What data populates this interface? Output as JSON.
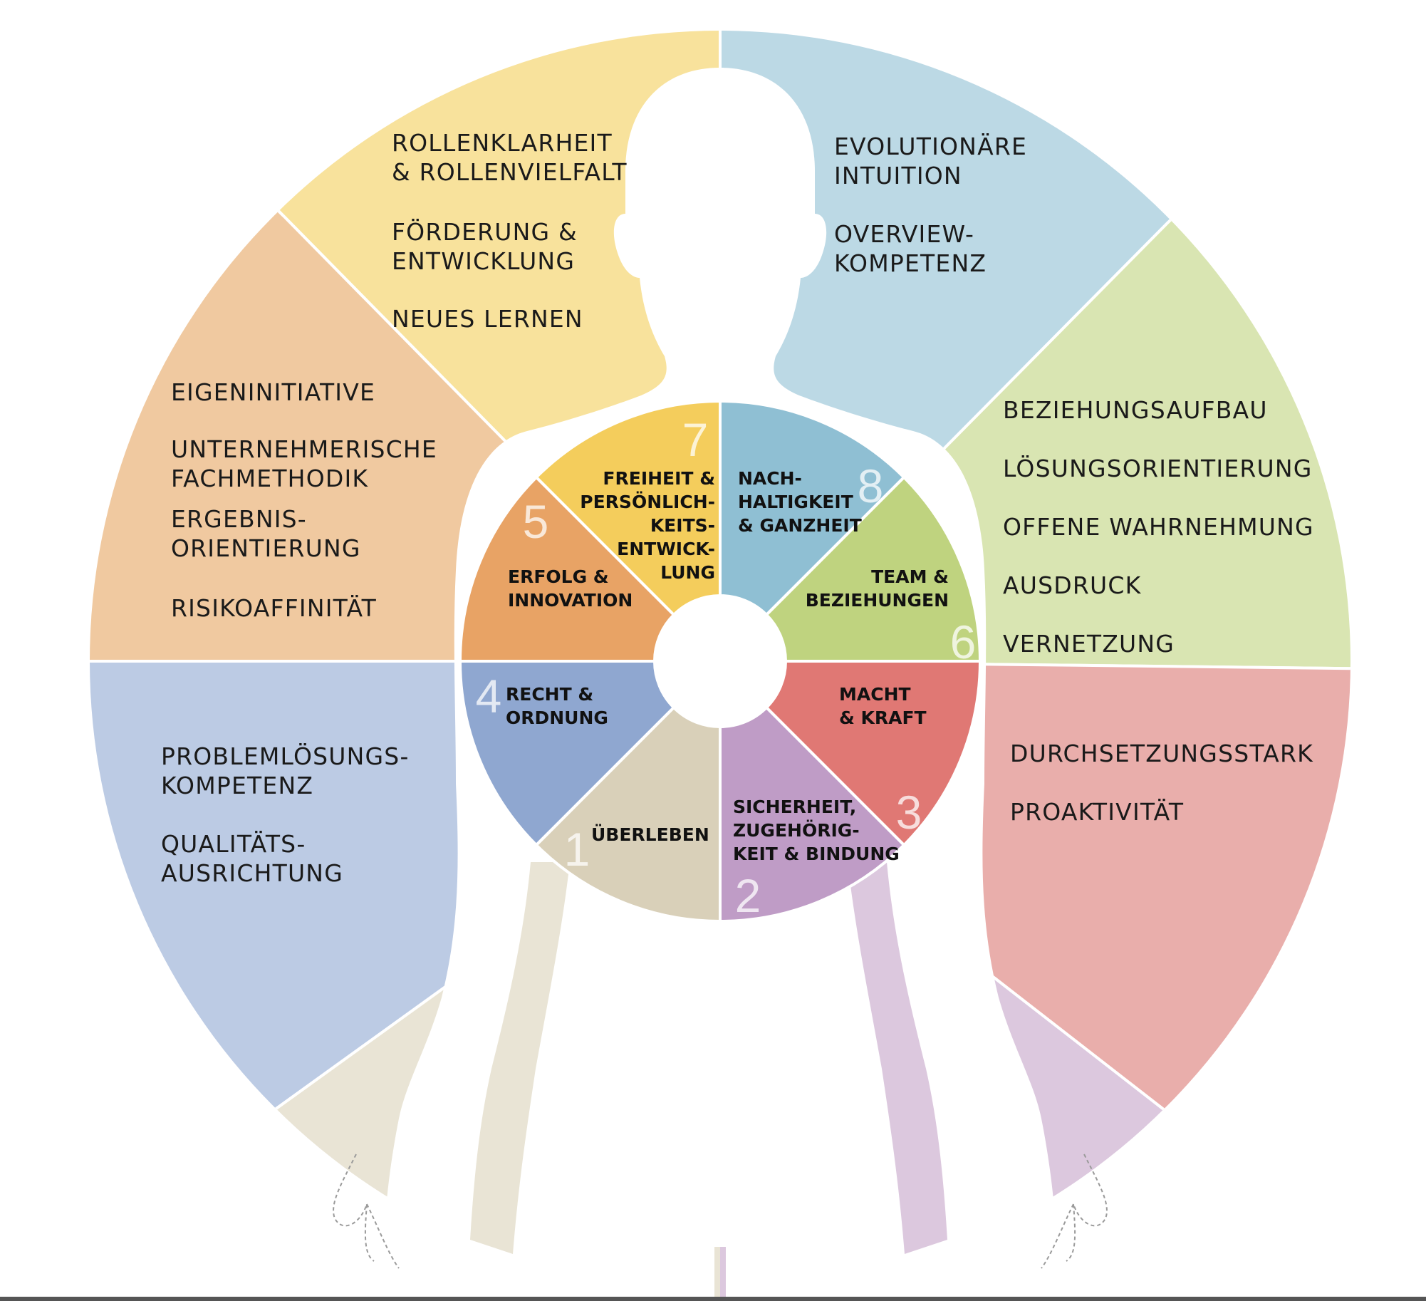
{
  "colors": {
    "background": "#ffffff",
    "body_silhouette": "#ffffff",
    "divider": "#ffffff"
  },
  "outer_sectors": [
    {
      "id": "top-left",
      "color": "#f8e29c",
      "items": [
        [
          "ROLLENKLARHEIT",
          "& ROLLENVIELFALT"
        ],
        [
          "FÖRDERUNG &",
          "ENTWICKLUNG"
        ],
        [
          "NEUES LERNEN"
        ]
      ]
    },
    {
      "id": "top-right",
      "color": "#bcd9e5",
      "items": [
        [
          "EVOLUTIONÄRE",
          "INTUITION"
        ],
        [
          "OVERVIEW-",
          "KOMPETENZ"
        ]
      ]
    },
    {
      "id": "upper-left",
      "color": "#f0c9a0",
      "items": [
        [
          "EIGENINITIATIVE"
        ],
        [
          "UNTERNEHMERISCHE",
          "FACHMETHODIK"
        ],
        [
          "ERGEBNIS-",
          "ORIENTIERUNG"
        ],
        [
          "RISIKOAFFINITÄT"
        ]
      ]
    },
    {
      "id": "upper-right",
      "color": "#d9e5b2",
      "items": [
        [
          "BEZIEHUNGSAUFBAU"
        ],
        [
          "LÖSUNGSORIENTIERUNG"
        ],
        [
          "OFFENE WAHRNEHMUNG"
        ],
        [
          "AUSDRUCK"
        ],
        [
          "VERNETZUNG"
        ]
      ]
    },
    {
      "id": "lower-left",
      "color": "#bccbe4",
      "items": [
        [
          "PROBLEMLÖSUNGS-",
          "KOMPETENZ"
        ],
        [
          "QUALITÄTS-",
          "AUSRICHTUNG"
        ]
      ]
    },
    {
      "id": "lower-right",
      "color": "#e9aeab",
      "items": [
        [
          "DURCHSETZUNGSSTARK"
        ],
        [
          "PROAKTIVITÄT"
        ]
      ]
    },
    {
      "id": "bottom-left",
      "color": "#e9e4d5",
      "items": []
    },
    {
      "id": "bottom-right",
      "color": "#dcc8de",
      "items": []
    }
  ],
  "inner_segments": [
    {
      "number": "7",
      "color": "#f4cd5c",
      "label": [
        "FREIHEIT &",
        "PERSÖNLICH-",
        "KEITS-",
        "ENTWICK-",
        "LUNG"
      ]
    },
    {
      "number": "8",
      "color": "#8fbfd3",
      "label": [
        "NACH-",
        "HALTIGKEIT",
        "& GANZHEIT"
      ]
    },
    {
      "number": "5",
      "color": "#e8a365",
      "label": [
        "ERFOLG &",
        "INNOVATION"
      ]
    },
    {
      "number": "6",
      "color": "#bfd37f",
      "label": [
        "TEAM &",
        "BEZIEHUNGEN"
      ]
    },
    {
      "number": "4",
      "color": "#8fa7d0",
      "label": [
        "RECHT &",
        "ORDNUNG"
      ]
    },
    {
      "number": "3",
      "color": "#e07874",
      "label": [
        "MACHT",
        "& KRAFT"
      ]
    },
    {
      "number": "1",
      "color": "#d9d0b9",
      "label": [
        "ÜBERLEBEN"
      ]
    },
    {
      "number": "2",
      "color": "#bf9cc6",
      "label": [
        "SICHERHEIT,",
        "ZUGEHÖRIG-",
        "KEIT & BINDUNG"
      ]
    }
  ]
}
